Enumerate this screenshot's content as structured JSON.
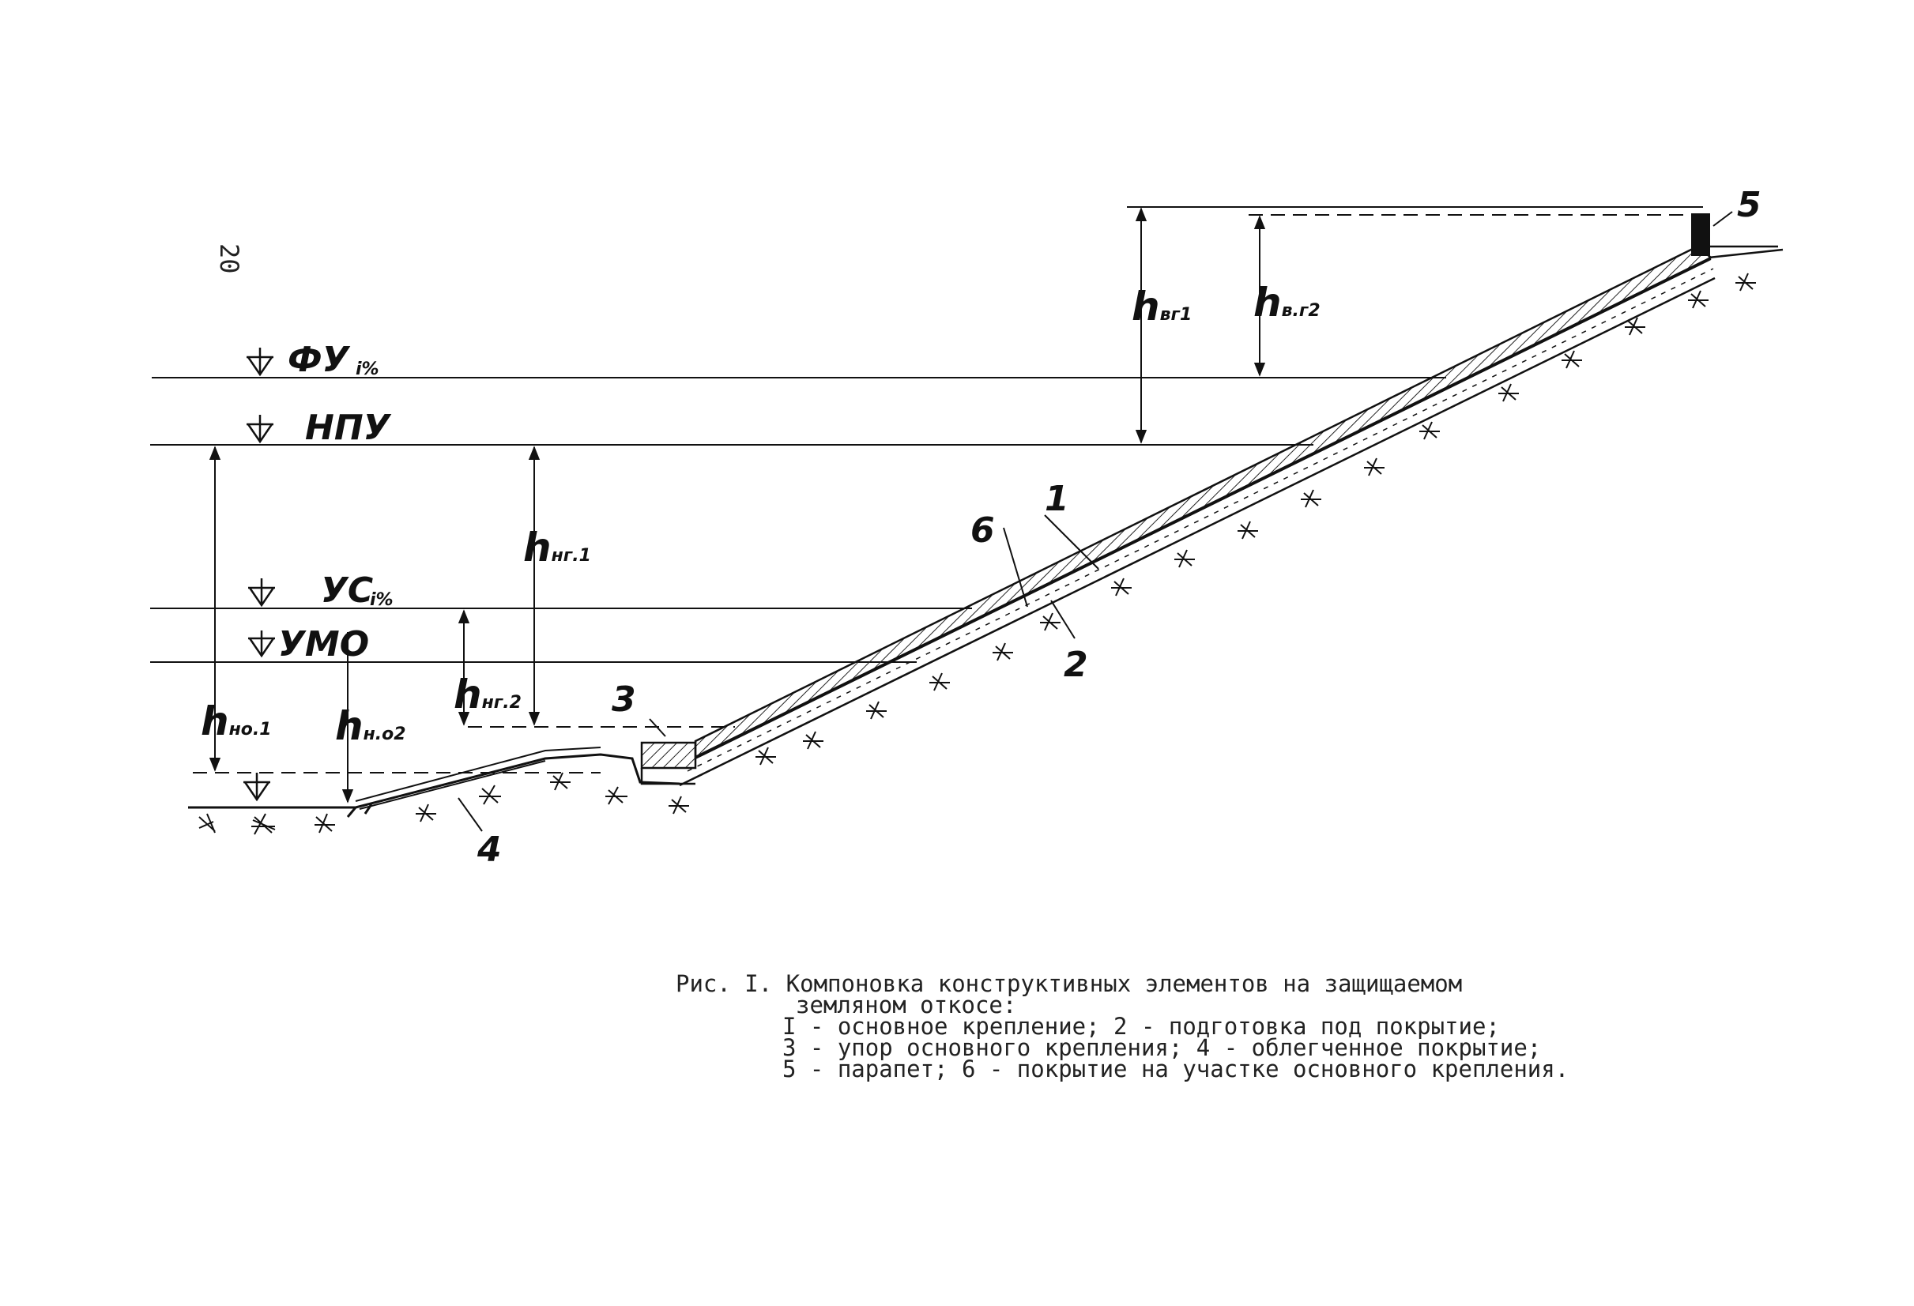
{
  "page_number": "20",
  "levels": {
    "fu": "ФУ",
    "fu_sub": "i%",
    "npu": "НПУ",
    "us": "УС",
    "us_sub": "i%",
    "umo": "УМО"
  },
  "heights": {
    "h_vg1": {
      "sym": "h",
      "sub": "вг1"
    },
    "h_vg2": {
      "sym": "h",
      "sub": "в.г2"
    },
    "h_ng1": {
      "sym": "h",
      "sub": "нг.1"
    },
    "h_ng2": {
      "sym": "h",
      "sub": "нг.2"
    },
    "h_no1": {
      "sym": "h",
      "sub": "но.1"
    },
    "h_no2": {
      "sym": "h",
      "sub": "н.о2"
    }
  },
  "callouts": {
    "c1": "1",
    "c2": "2",
    "c3": "3",
    "c4": "4",
    "c5": "5",
    "c6": "6"
  },
  "caption": {
    "line1": "Рис. I. Компоновка конструктивных элементов на защищаемом",
    "line2": "земляном откосе:",
    "line3": "I - основное крепление; 2 - подготовка под покрытие;",
    "line4": "3 - упор основного крепления; 4 - облегченное покрытие;",
    "line5": "5 - парапет; 6 - покрытие на участке основного крепления."
  }
}
